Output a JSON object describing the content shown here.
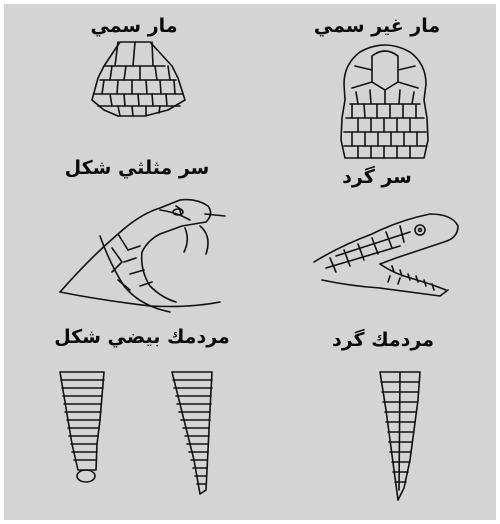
{
  "labels": {
    "venomous_title": "مار سمي",
    "nonvenomous_title": "مار غير سمي",
    "triangular_head": "سر مثلثي شكل",
    "round_head": "سر گرد",
    "elliptical_pupil": "مردمك بيضي شكل",
    "round_pupil": "مردمك گرد"
  },
  "colors": {
    "panel_background": "#d4d4d4",
    "ink": "#111111"
  }
}
